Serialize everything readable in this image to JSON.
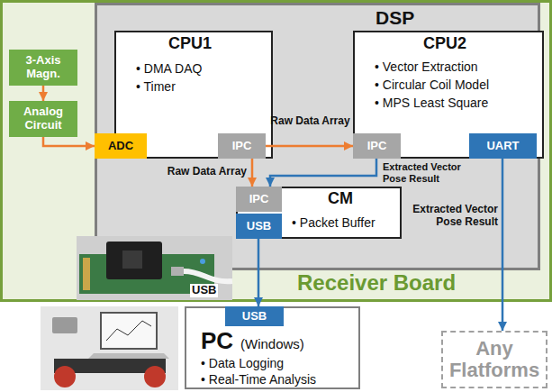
{
  "diagram": {
    "nodes": [
      {
        "text": [
          "Receiver Board"
        ]
      },
      {
        "text": [
          "3-Axis Magn."
        ],
        "in": 0
      },
      {
        "text": [
          "Analog Circuit"
        ],
        "in": 0
      },
      {
        "text": [
          "DSP"
        ],
        "in": 0
      },
      {
        "text": [
          "CPU1",
          "• DMA DAQ",
          "• Timer"
        ],
        "in": 3
      },
      {
        "text": [
          "ADC"
        ],
        "in": 3
      },
      {
        "text": [
          "IPC"
        ],
        "in": 4
      },
      {
        "text": [
          "CPU2",
          "• Vector Extraction",
          "• Circular Coil Model",
          "• MPS Least Square"
        ],
        "in": 3
      },
      {
        "text": [
          "IPC"
        ],
        "in": 7
      },
      {
        "text": [
          "UART"
        ],
        "in": 7
      },
      {
        "text": [
          "CM",
          "• Packet Buffer"
        ],
        "in": 3
      },
      {
        "text": [
          "IPC"
        ],
        "in": 10
      },
      {
        "text": [
          "USB"
        ],
        "in": 10
      },
      {
        "text": [
          "PC",
          "(Windows)",
          "• Data Logging",
          "• Real-Time Analysis"
        ]
      },
      {
        "text": [
          "USB"
        ],
        "in": 13
      },
      {
        "text": [
          "Any Flatforms"
        ]
      }
    ],
    "edges": [
      {
        "from": 1,
        "to": 2,
        "arrow": "to"
      },
      {
        "from": 2,
        "to": 5,
        "arrow": "to"
      },
      {
        "from": 6,
        "to": 8,
        "label": "Raw Data Array",
        "arrow": "to"
      },
      {
        "from": 6,
        "to": 11,
        "label": "Raw Data Array",
        "arrow": "to"
      },
      {
        "from": 8,
        "to": 11,
        "label": "Extracted Vector Pose Result",
        "arrow": "to"
      },
      {
        "from": 12,
        "to": 14,
        "arrow": "to"
      },
      {
        "from": 9,
        "to": 15,
        "label": "Extracted Vector Pose Result",
        "arrow": "to"
      }
    ],
    "labels": [
      "USB"
    ]
  }
}
